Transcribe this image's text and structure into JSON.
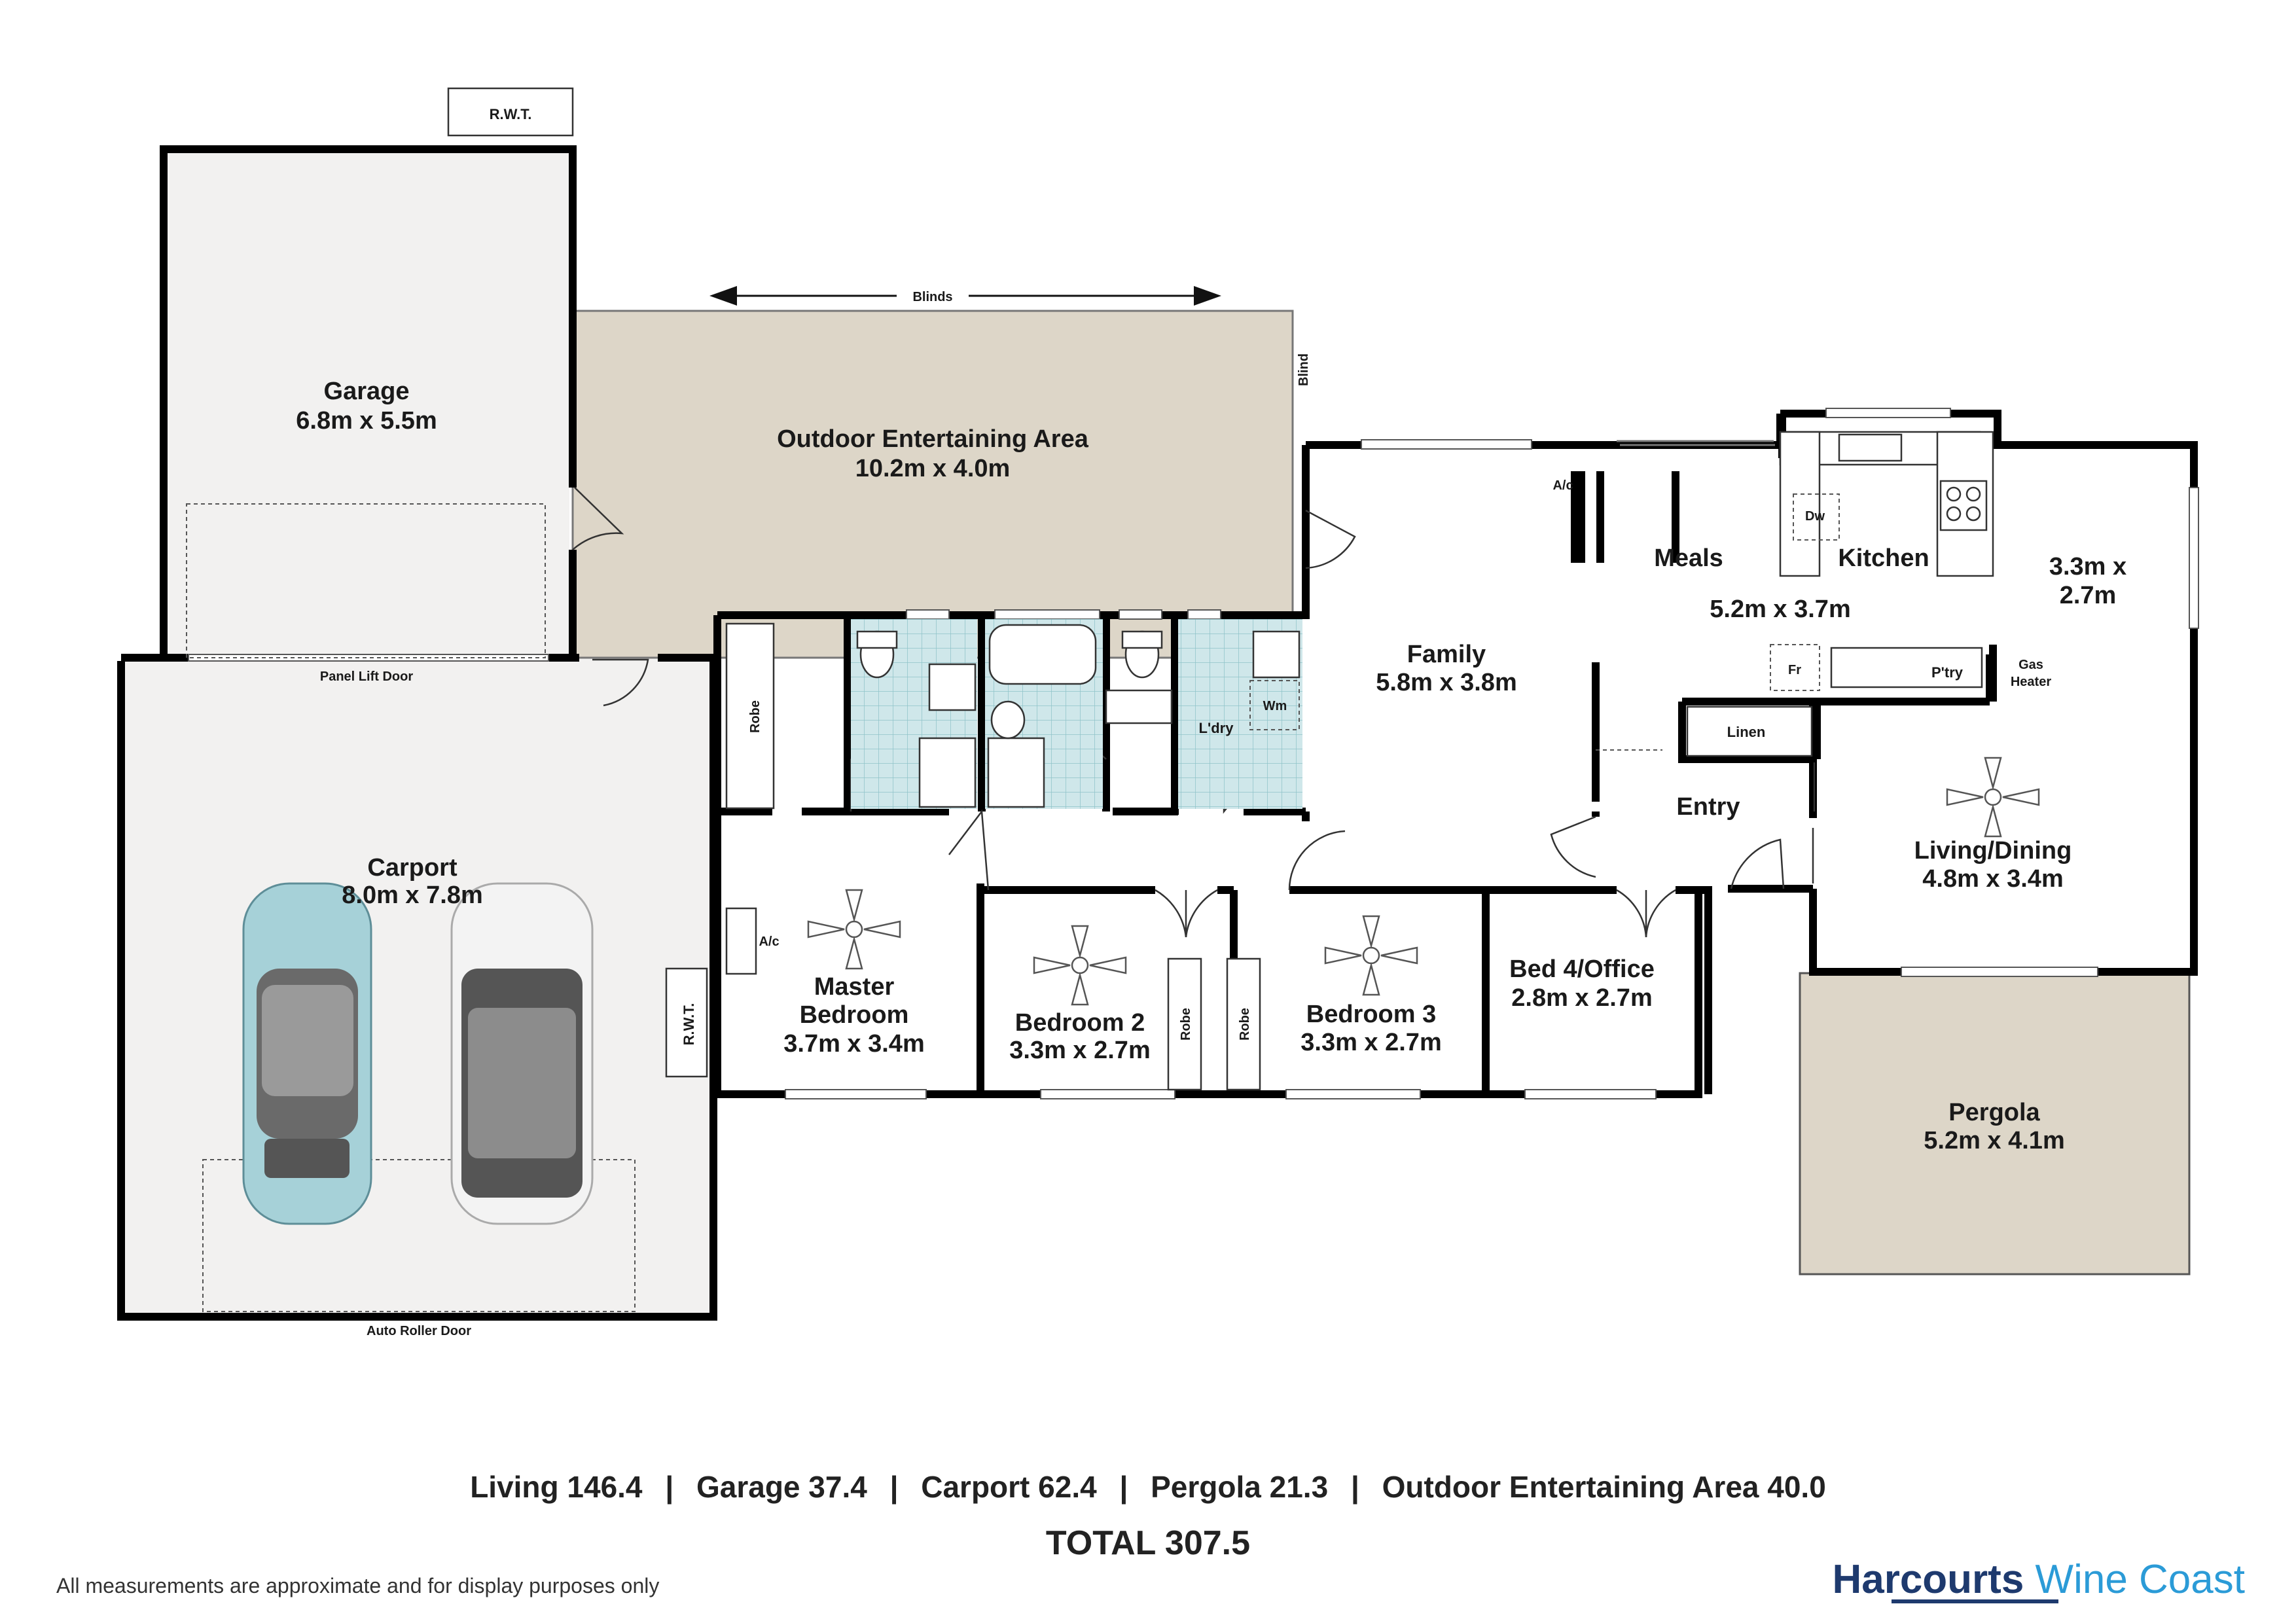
{
  "rooms": {
    "garage": {
      "name": "Garage",
      "dim": "6.8m x 5.5m"
    },
    "outdoor": {
      "name": "Outdoor Entertaining Area",
      "dim": "10.2m x 4.0m"
    },
    "carport": {
      "name": "Carport",
      "dim": "8.0m x 7.8m"
    },
    "master": {
      "name1": "Master",
      "name2": "Bedroom",
      "dim": "3.7m x 3.4m"
    },
    "bed2": {
      "name": "Bedroom 2",
      "dim": "3.3m x 2.7m"
    },
    "bed3": {
      "name": "Bedroom 3",
      "dim": "3.3m x 2.7m"
    },
    "bed4": {
      "name": "Bed 4/Office",
      "dim": "2.8m x 2.7m"
    },
    "family": {
      "name": "Family",
      "dim": "5.8m x 3.8m"
    },
    "meals": {
      "name": "Meals",
      "dim": "5.2m x 3.7m"
    },
    "kitchen": {
      "name": "Kitchen"
    },
    "room33": {
      "line1": "3.3m x",
      "line2": "2.7m"
    },
    "entry": {
      "name": "Entry"
    },
    "living": {
      "name": "Living/Dining",
      "dim": "4.8m x 3.4m"
    },
    "pergola": {
      "name": "Pergola",
      "dim": "5.2m x 4.1m"
    }
  },
  "labels": {
    "rwt": "R.W.T.",
    "blinds": "Blinds",
    "blind": "Blind",
    "panel_lift": "Panel Lift Door",
    "auto_roller": "Auto Roller Door",
    "robe": "Robe",
    "ac": "A/c",
    "laundry": "L'dry",
    "wm": "Wm",
    "linen": "Linen",
    "fr": "Fr",
    "pantry": "P'try",
    "dw": "Dw",
    "gas1": "Gas",
    "gas2": "Heater"
  },
  "areas": [
    {
      "label": "Living 146.4"
    },
    {
      "label": "Garage 37.4"
    },
    {
      "label": "Carport 62.4"
    },
    {
      "label": "Pergola 21.3"
    },
    {
      "label": "Outdoor Entertaining Area 40.0"
    }
  ],
  "separator": "|",
  "total": "TOTAL 307.5",
  "disclaimer": "All measurements are approximate and for display purposes only",
  "brand": {
    "part1": "Harcourts",
    "part2": "Wine Coast"
  },
  "colors": {
    "outdoor": "#ddd6c8",
    "carport": "#f2f1f0",
    "wall": "#000000",
    "tile": "#cfe7ea",
    "brand_navy": "#1e3a6e",
    "brand_blue": "#2b9bd7"
  }
}
